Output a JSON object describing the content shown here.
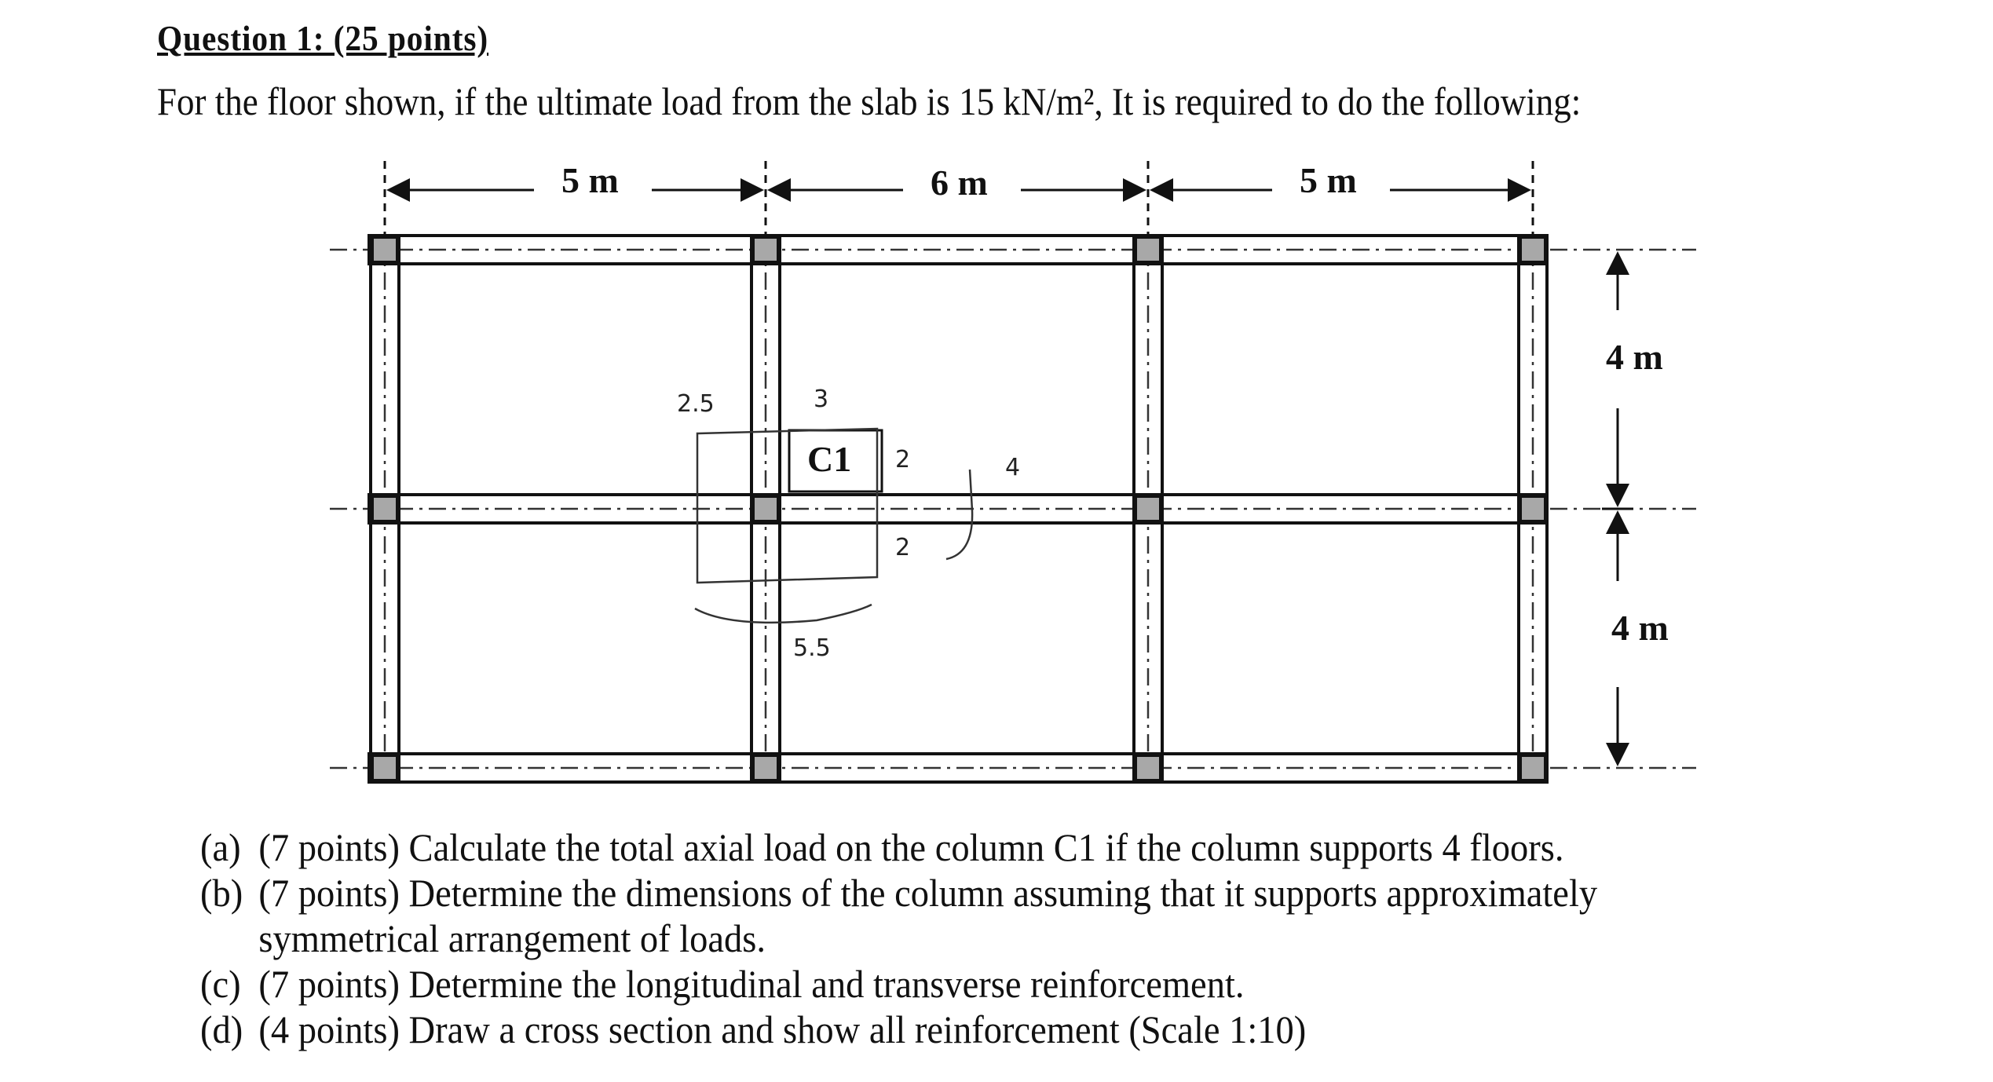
{
  "question": {
    "title": "Question 1: (25 points)",
    "intro": "For the floor shown, if the ultimate load from the slab is 15 kN/m², It is required to do the following:"
  },
  "plan": {
    "spans_x": [
      "5 m",
      "6 m",
      "5 m"
    ],
    "spans_y": [
      "4 m",
      "4 m"
    ],
    "column_label": "C1",
    "handwritten": [
      "2.5",
      "3",
      "2",
      "2",
      "4",
      "5.5"
    ]
  },
  "parts": [
    {
      "label": "(a)",
      "text": "(7 points) Calculate the total axial load on the column C1 if the column supports 4 floors."
    },
    {
      "label": "(b)",
      "text": "(7 points) Determine the dimensions of the column assuming that it supports approximately",
      "continuation": "symmetrical arrangement of loads."
    },
    {
      "label": "(c)",
      "text": "(7 points) Determine the longitudinal and transverse reinforcement."
    },
    {
      "label": "(d)",
      "text": "(4 points) Draw a cross section and show all reinforcement (Scale 1:10)"
    }
  ]
}
